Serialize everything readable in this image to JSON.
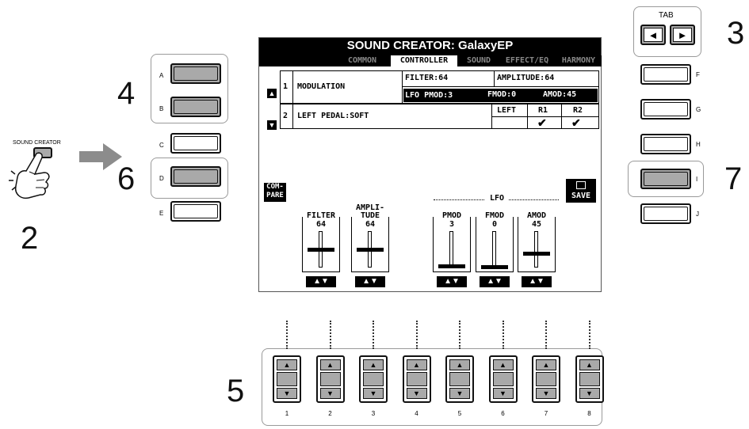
{
  "steps": {
    "s2": "2",
    "s3": "3",
    "s4": "4",
    "s5": "5",
    "s6": "6",
    "s7": "7"
  },
  "sound_creator_label": "SOUND CREATOR",
  "left_buttons": [
    "A",
    "B",
    "C",
    "D",
    "E"
  ],
  "right_buttons": [
    "F",
    "G",
    "H",
    "I",
    "J"
  ],
  "tab_group": {
    "label": "TAB",
    "left_arrow": "◄",
    "right_arrow": "►"
  },
  "lcd": {
    "title": "SOUND CREATOR: GalaxyEP",
    "tabs": [
      "COMMON",
      "CONTROLLER",
      "SOUND",
      "EFFECT/EQ",
      "HARMONY"
    ],
    "active_tab": "CONTROLLER",
    "row1": {
      "num": "1",
      "name": "MODULATION",
      "filter": "FILTER:64",
      "amplitude": "AMPLITUDE:64",
      "lfo_pmod": "LFO  PMOD:3",
      "fmod": "FMOD:0",
      "amod": "AMOD:45"
    },
    "row2": {
      "num": "2",
      "name": "LEFT PEDAL:SOFT",
      "headers": [
        "LEFT",
        "R1",
        "R2"
      ],
      "checks": [
        "",
        "✔",
        "✔"
      ]
    },
    "up_icon": "▲",
    "down_icon": "▼",
    "compare": "COM-\nPARE",
    "save": "SAVE",
    "lfo_label": "LFO",
    "sliders": [
      {
        "label": "FILTER",
        "value": "64"
      },
      {
        "label": "AMPLI-\nTUDE",
        "value": "64"
      },
      {
        "label": "PMOD",
        "value": "3"
      },
      {
        "label": "FMOD",
        "value": "0"
      },
      {
        "label": "AMOD",
        "value": "45"
      }
    ],
    "slider_arrows": "▲▼"
  },
  "number_buttons": [
    "1",
    "2",
    "3",
    "4",
    "5",
    "6",
    "7",
    "8"
  ],
  "num_arrow_up": "▲",
  "num_arrow_down": "▼"
}
